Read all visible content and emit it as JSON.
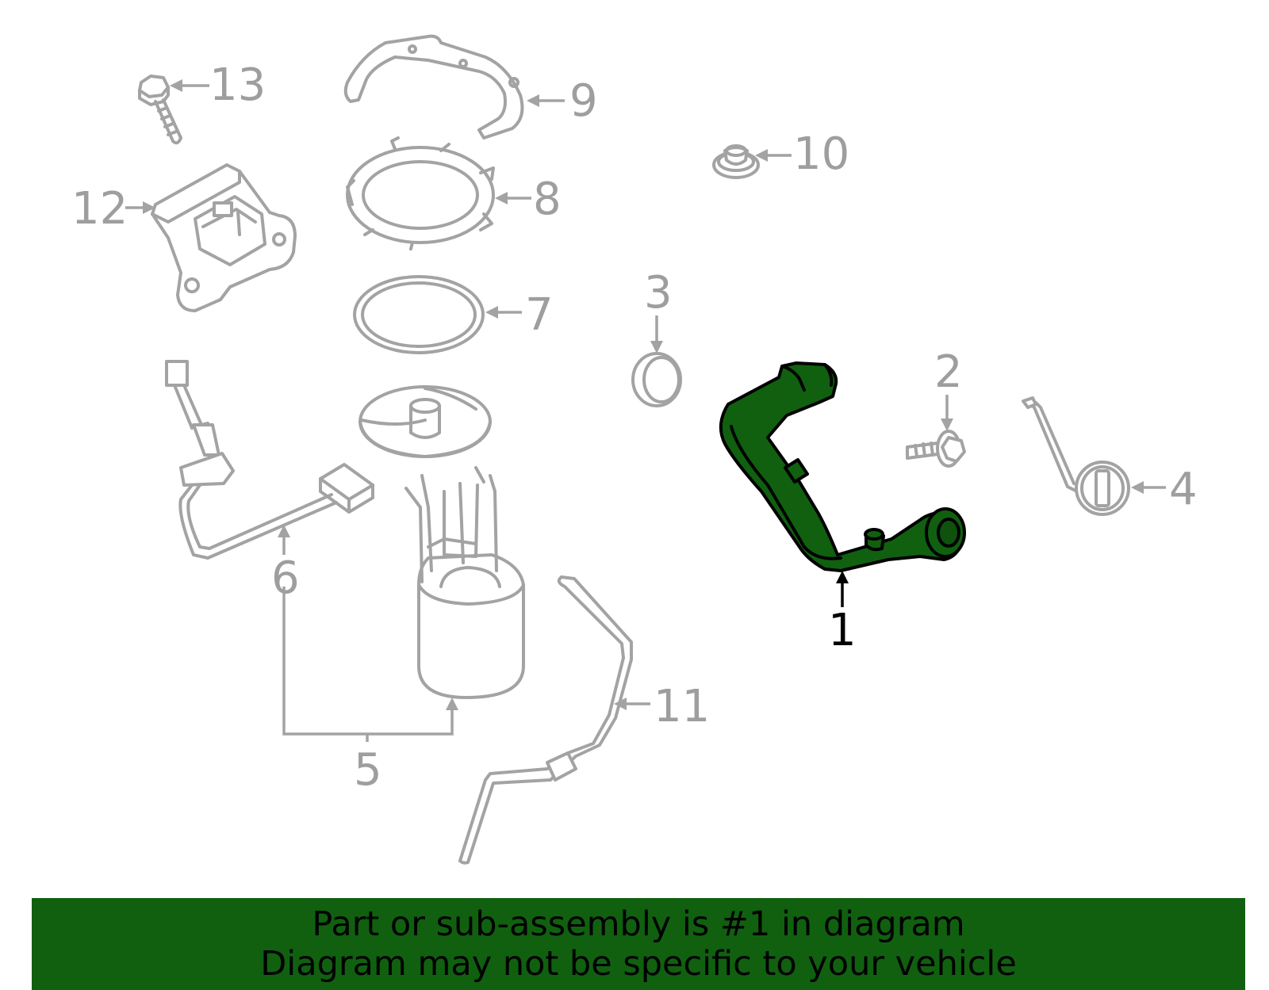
{
  "diagram": {
    "highlight_color": "#106010",
    "line_color": "#a3a3a3",
    "callouts": [
      {
        "number": "1",
        "part": "fuel-filler-pipe",
        "highlighted": true
      },
      {
        "number": "2",
        "part": "bolt"
      },
      {
        "number": "3",
        "part": "grommet"
      },
      {
        "number": "4",
        "part": "fuel-cap-with-tether"
      },
      {
        "number": "5",
        "part": "fuel-pump-module"
      },
      {
        "number": "6",
        "part": "wiring-harness"
      },
      {
        "number": "7",
        "part": "gasket-seal"
      },
      {
        "number": "8",
        "part": "lock-ring"
      },
      {
        "number": "9",
        "part": "bracket"
      },
      {
        "number": "10",
        "part": "nut"
      },
      {
        "number": "11",
        "part": "fuel-line"
      },
      {
        "number": "12",
        "part": "control-module"
      },
      {
        "number": "13",
        "part": "bolt"
      }
    ]
  },
  "banner": {
    "background": "#106010",
    "line1": "Part or sub-assembly is #1 in diagram",
    "line2": "Diagram may not be specific to your vehicle"
  }
}
